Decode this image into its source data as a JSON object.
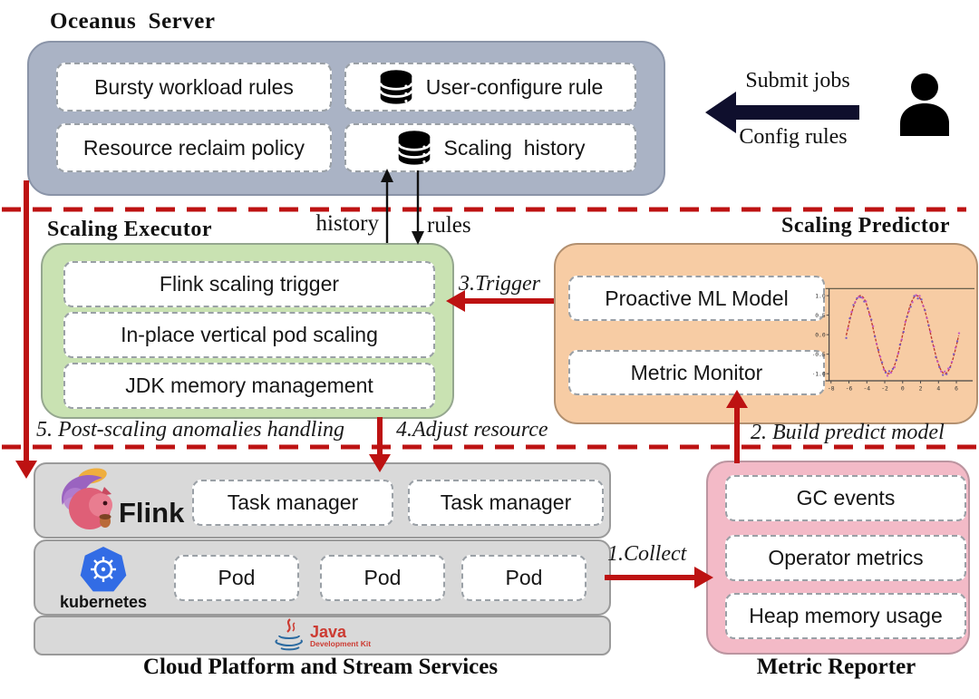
{
  "colors": {
    "red": "#bd1212",
    "black_arrow": "#0f0f2d",
    "oceanus_fill": "#aab3c5",
    "oceanus_border": "#8a94a8",
    "executor_fill": "#c9e2b2",
    "executor_border": "#95a78f",
    "predictor_fill": "#f7cca4",
    "predictor_border": "#b29070",
    "reporter_fill": "#f3bac7",
    "reporter_border": "#bb95a0",
    "platform_fill": "#d9d9d9",
    "platform_border": "#9a9a9a"
  },
  "oceanus": {
    "title": "Oceanus  Server",
    "box1": "Bursty workload rules",
    "box2": "User-configure rule",
    "box3": "Resource reclaim policy",
    "box4": "Scaling  history"
  },
  "user": {
    "submit": "Submit jobs",
    "config": "Config rules"
  },
  "executor": {
    "title": "Scaling Executor",
    "items": [
      "Flink scaling trigger",
      "In-place vertical pod scaling",
      "JDK memory management"
    ]
  },
  "predictor": {
    "title": "Scaling Predictor",
    "items": [
      "Proactive ML Model",
      "Metric Monitor"
    ]
  },
  "reporter": {
    "title": "Metric Reporter",
    "items": [
      "GC events",
      "Operator metrics",
      "Heap memory usage"
    ]
  },
  "platform": {
    "caption": "Cloud Platform and Stream Services",
    "flink": "Flink",
    "kubernetes": "kubernetes",
    "java": "Java",
    "java_sub": "Development Kit",
    "task_managers": [
      "Task manager",
      "Task manager"
    ],
    "pods": [
      "Pod",
      "Pod",
      "Pod"
    ]
  },
  "flows": {
    "collect": "1.Collect",
    "build": "2. Build predict model",
    "trigger": "3.Trigger",
    "adjust": "4.Adjust resource",
    "post": "5. Post-scaling anomalies handling",
    "history": "history",
    "rules": "rules"
  },
  "chart_data": {
    "type": "line",
    "title": "",
    "xlabel": "",
    "ylabel": "",
    "function": "sin(x)",
    "x_range": [
      -6.3,
      6.3
    ],
    "x_ticks": [
      -8,
      -6,
      -4,
      -2,
      0,
      2,
      4,
      6
    ],
    "y_ticks": [
      1.0,
      0.5,
      0.0,
      -0.5,
      -1.0
    ],
    "ylim": [
      -1.25,
      1.25
    ],
    "xlim": [
      -8.6,
      7.0
    ],
    "grid": false,
    "legend": "none",
    "series": [
      {
        "name": "fitted curve",
        "style": "dashed-line",
        "color": "#c03a2b"
      },
      {
        "name": "observed samples",
        "style": "scatter",
        "colors": [
          "#6f52c9",
          "#c052c9"
        ],
        "points": 64,
        "noise": 0.07
      }
    ]
  }
}
